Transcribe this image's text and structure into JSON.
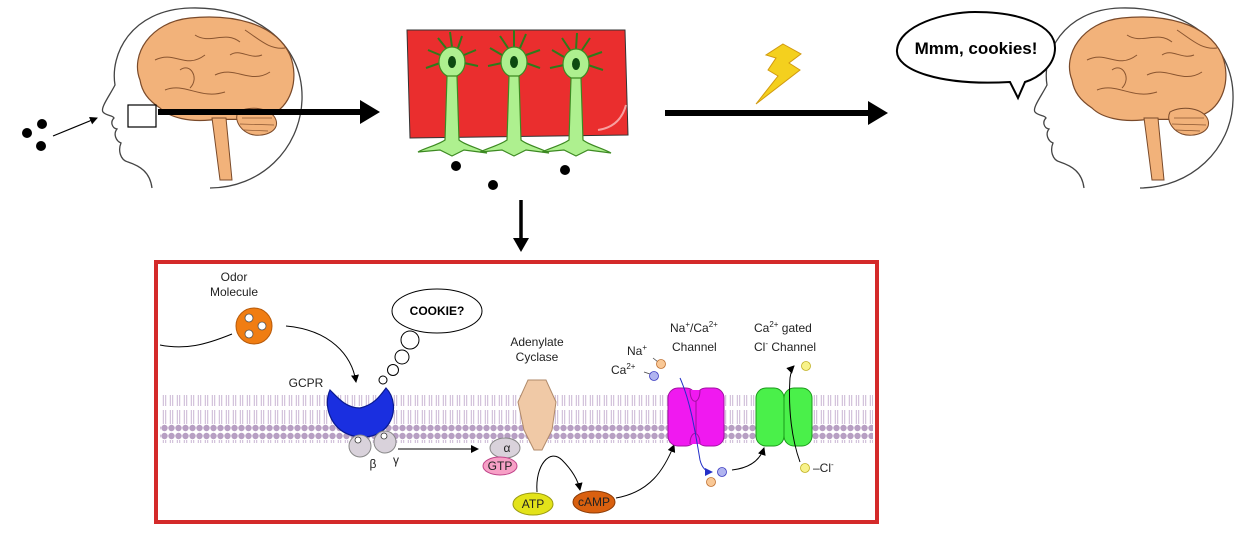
{
  "top": {
    "speech": "Mmm, cookies!"
  },
  "detail": {
    "odor_line1": "Odor",
    "odor_line2": "Molecule",
    "thought": "COOKIE?",
    "gpcr": "GCPR",
    "adenylate_line1": "Adenylate",
    "adenylate_line2": "Cyclase",
    "alpha": "α",
    "beta": "β",
    "gamma": "γ",
    "gtp": "GTP",
    "atp": "ATP",
    "camp": "cAMP",
    "na_channel_line1_a": "Na",
    "na_channel_line1_b": "/Ca",
    "na_channel_line2": "Channel",
    "na_ion": "Na",
    "ca_ion": "Ca",
    "cl_channel_line1_a": "Ca",
    "cl_channel_line1_b": " gated",
    "cl_channel_line2_a": "Cl",
    "cl_channel_line2_b": " Channel",
    "cl_ion": "–Cl",
    "sup_plus": "+",
    "sup_2plus": "2+",
    "sup_minus": "-"
  },
  "colors": {
    "frame_red": "#d42a2a",
    "neuron_panel": "#ea2e2e",
    "neuron_green": "#aef08f",
    "brain_orange": "#f2b27a",
    "receptor_blue": "#1a2fe0",
    "odor_orange": "#f07d12",
    "na_channel": "#f019f0",
    "cl_channel": "#4af04a",
    "membrane": "#b9a4c4",
    "atp_yellow": "#e3e31a",
    "camp_orange": "#d9600f",
    "gtp_pink": "#f7a0c6",
    "lightning": "#f4d01e"
  }
}
